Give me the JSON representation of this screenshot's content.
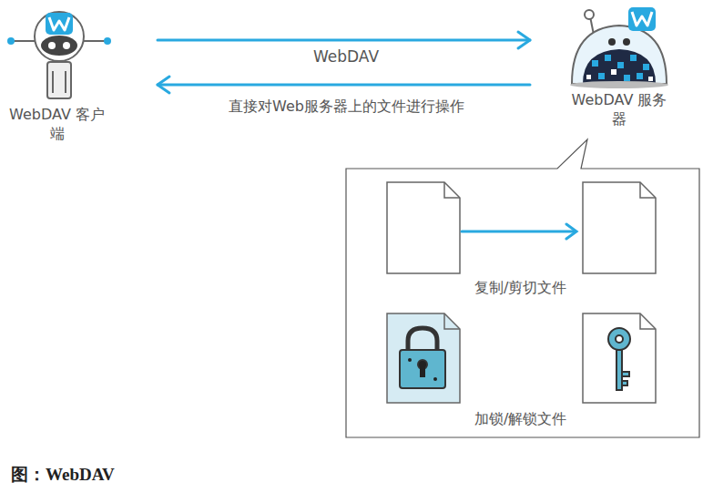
{
  "diagram": {
    "caption": "图：WebDAV",
    "nodes": [
      {
        "text": [
          "WebDAV 客户端"
        ]
      },
      {
        "text": [
          "WebDAV 服务器"
        ]
      }
    ],
    "edges": [
      {
        "from": 0,
        "to": 1,
        "arrow": "to"
      },
      {
        "from": 1,
        "to": 0,
        "arrow": "to"
      }
    ],
    "labels": [
      "WebDAV",
      "直接对Web服务器上的文件进行操作",
      "复制/剪切文件",
      "加锁/解锁文件"
    ]
  }
}
